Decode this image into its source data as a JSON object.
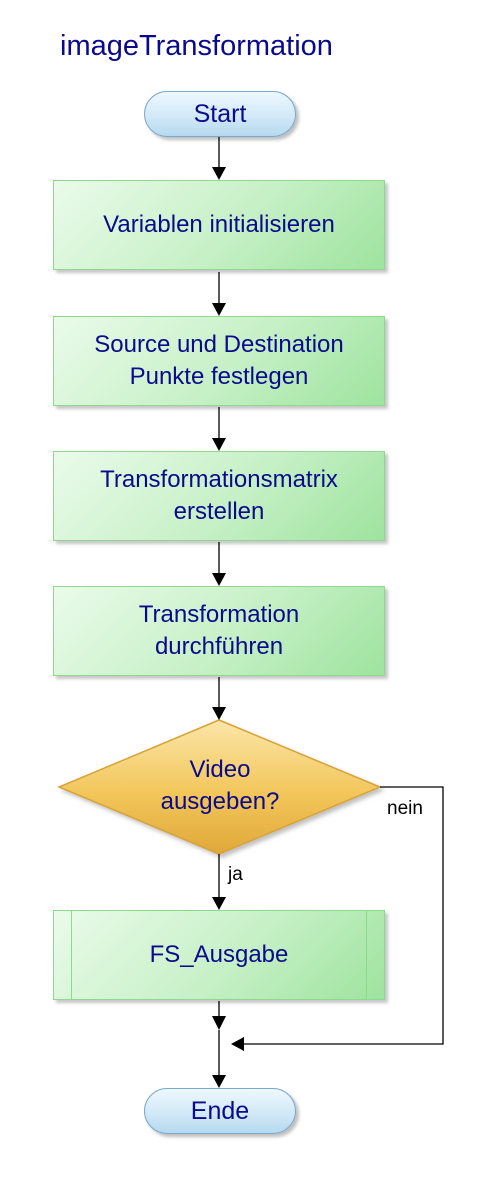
{
  "diagram": {
    "title": "imageTransformation",
    "start_label": "Start",
    "end_label": "Ende",
    "steps": [
      "Variablen initialisieren",
      "Source und Destination Punkte festlegen",
      "Transformationsmatrix erstellen",
      "Transformation durchführen"
    ],
    "decision_label": "Video ausgeben?",
    "yes_label": "ja",
    "no_label": "nein",
    "subprocess_label": "FS_Ausgabe",
    "colors": {
      "text": "#0a0a8c",
      "process_fill": "#c6f0c6",
      "process_border": "#8fd88f",
      "terminal_fill": "#d2e9f8",
      "terminal_border": "#7aa9cc",
      "decision_fill": "#f2c65a",
      "decision_border": "#d8a23a"
    }
  }
}
